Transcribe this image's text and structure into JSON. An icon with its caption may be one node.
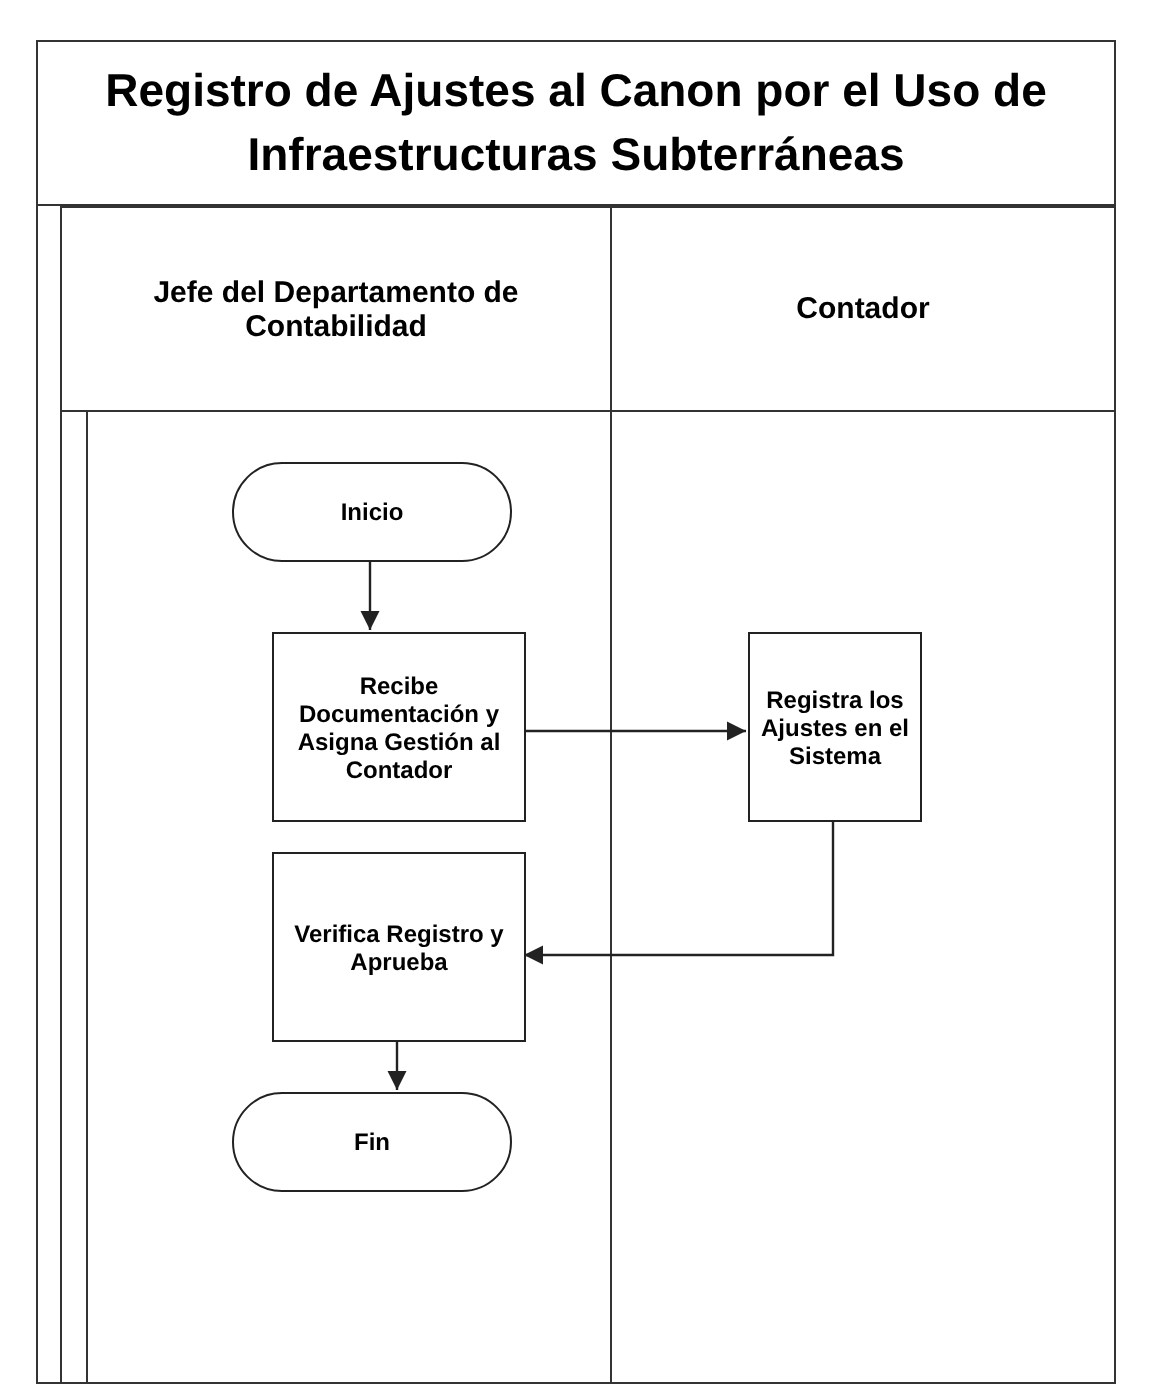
{
  "diagram": {
    "title": "Registro de Ajustes al Canon por el Uso de Infraestructuras Subterráneas",
    "nodes": [
      {
        "text": [
          "Jefe del Departamento de Contabilidad"
        ]
      },
      {
        "text": [
          "Contador"
        ]
      },
      {
        "text": [
          "Inicio"
        ],
        "in": 0
      },
      {
        "text": [
          "Recibe Documentación y Asigna Gestión al Contador"
        ],
        "in": 0
      },
      {
        "text": [
          "Registra los Ajustes en el Sistema"
        ],
        "in": 1
      },
      {
        "text": [
          "Verifica Registro y Aprueba"
        ],
        "in": 0
      },
      {
        "text": [
          "Fin"
        ],
        "in": 0
      }
    ],
    "edges": [
      {
        "from": 2,
        "to": 3,
        "arrow": "to"
      },
      {
        "from": 3,
        "to": 4,
        "arrow": "to"
      },
      {
        "from": 4,
        "to": 5,
        "arrow": "to"
      },
      {
        "from": 5,
        "to": 6,
        "arrow": "to"
      }
    ]
  }
}
